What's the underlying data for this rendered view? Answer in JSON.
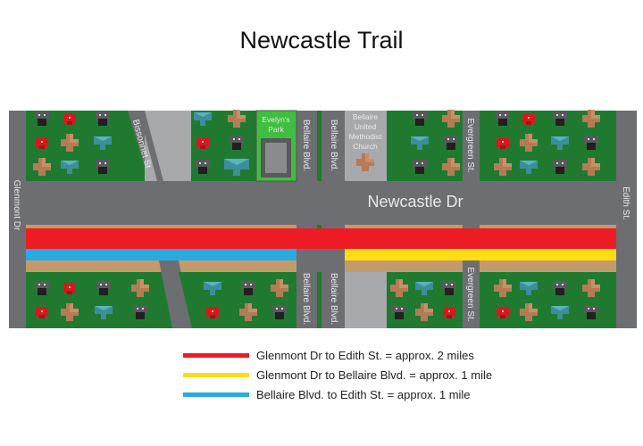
{
  "title": "Newcastle Trail",
  "streets": {
    "main": "Newcastle Dr",
    "glenmont": "Glenmont Dr",
    "bissonnet": "Bissonnet St",
    "bellaire_top": "Bellaire Blvd.",
    "bellaire_top2": "Bellaire Blvd.",
    "bellaire_bottom": "Bellaire Blvd.",
    "bellaire_bottom2": "Bellaire Blvd.",
    "evergreen_top": "Evergreen St.",
    "evergreen_bottom": "Evergreen St.",
    "edith": "Edith St."
  },
  "landmarks": {
    "park": [
      "Evelyn's",
      "Park"
    ],
    "church": [
      "Bellaire",
      "United",
      "Methodist",
      "Church"
    ]
  },
  "legend": [
    {
      "label": "Glenmont Dr to Edith St. = approx. 2 miles",
      "color": "#ed1c24"
    },
    {
      "label": "Glenmont Dr to Bellaire Blvd. = approx. 1 mile",
      "color": "#ffdd15"
    },
    {
      "label": "Bellaire Blvd. to Edith St. = approx. 1 mile",
      "color": "#29aae1"
    }
  ],
  "colors": {
    "road": "#6d6e71",
    "grass": "#1f7a30",
    "park": "#3fbf3f",
    "lot": "#a7a9ac",
    "sidewalk": "#c49a6c",
    "house_dark": "#3a3a3a",
    "house_red": "#d7191f",
    "house_tan": "#b67b54",
    "house_teal": "#3c8e9b"
  }
}
